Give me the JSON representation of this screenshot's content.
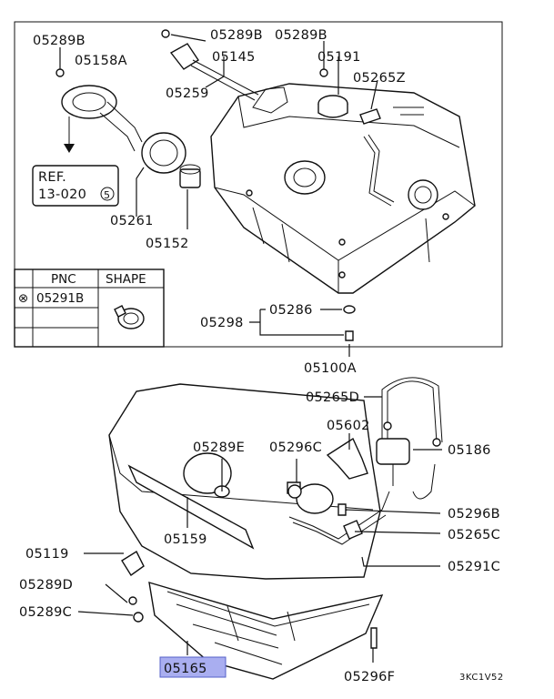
{
  "labels": {
    "p05289B_a": "05289B",
    "p05158A": "05158A",
    "p05289B_b": "05289B",
    "p05145": "05145",
    "p05259": "05259",
    "p05289B_c": "05289B",
    "p05191": "05191",
    "p05265Z": "05265Z",
    "p05261": "05261",
    "p05152": "05152",
    "p05286": "05286",
    "p05298": "05298",
    "p05100A": "05100A",
    "p05265D": "05265D",
    "p05602": "05602",
    "p05289E": "05289E",
    "p05296C": "05296C",
    "p05186": "05186",
    "p05296B": "05296B",
    "p05265C": "05265C",
    "p05159": "05159",
    "p05119": "05119",
    "p05291C": "05291C",
    "p05289D": "05289D",
    "p05289C": "05289C",
    "p05165": "05165",
    "p05296F": "05296F"
  },
  "ref_box": {
    "line1": "REF.",
    "line2": "13-020",
    "circled": "5"
  },
  "table": {
    "headers": [
      "PNC",
      "SHAPE"
    ],
    "rows": [
      {
        "mark": "⊗",
        "pnc": "05291B"
      }
    ]
  },
  "code": "3KC1V52",
  "colors": {
    "highlight": "#a9aef0",
    "highlight_border": "#5560c8",
    "line": "#111111"
  }
}
